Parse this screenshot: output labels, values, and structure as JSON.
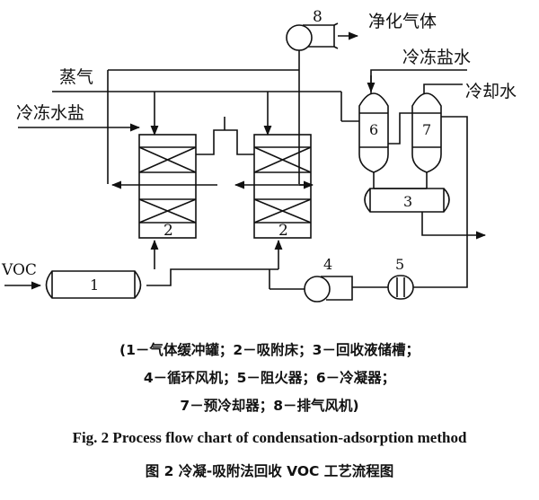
{
  "labels": {
    "purified_gas": "净化气体",
    "chilled_brine": "冷冻盐水",
    "cooling_water": "冷却水",
    "steam": "蒸气",
    "chilled_water_salt": "冷冻水盐",
    "voc_inlet": "VOC"
  },
  "equipment": {
    "buffer_tank": "1",
    "adsorber_left": "2",
    "adsorber_right": "2",
    "storage_tank": "3",
    "circulation_fan": "4",
    "flame_arrester": "5",
    "condenser": "6",
    "precooler": "7",
    "exhaust_fan": "8"
  },
  "legend": {
    "line1": "(1－气体缓冲罐；2－吸附床；3－回收液储槽；",
    "line2": "4－循环风机；5－阻火器；6－冷凝器；",
    "line3": "7－预冷却器；8－排气风机)"
  },
  "caption": {
    "en": "Fig. 2    Process flow chart of condensation-adsorption method",
    "cn": "图 2    冷凝-吸附法回收 VOC 工艺流程图"
  }
}
